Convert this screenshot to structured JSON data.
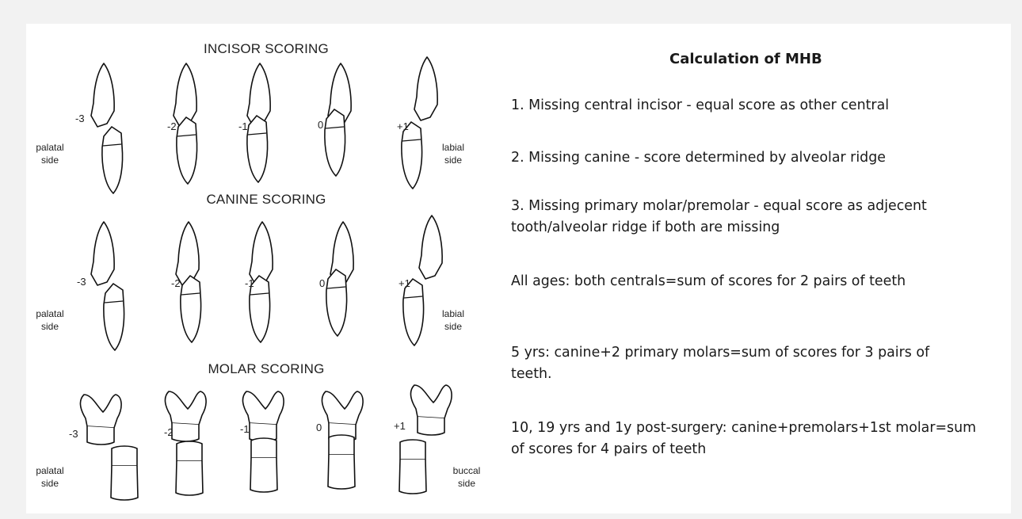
{
  "sections": {
    "incisor": {
      "title": "INCISOR SCORING",
      "scores": [
        "-3",
        "-2",
        "-1",
        "0",
        "+1"
      ],
      "left_side": [
        "palatal",
        "side"
      ],
      "right_side": [
        "labial",
        "side"
      ]
    },
    "canine": {
      "title": "CANINE SCORING",
      "scores": [
        "-3",
        "-2",
        "-1",
        "0",
        "+1"
      ],
      "left_side": [
        "palatal",
        "side"
      ],
      "right_side": [
        "labial",
        "side"
      ]
    },
    "molar": {
      "title": "MOLAR SCORING",
      "scores": [
        "-3",
        "-2",
        "-1",
        "0",
        "+1"
      ],
      "left_side": [
        "palatal",
        "side"
      ],
      "right_side": [
        "buccal",
        "side"
      ]
    }
  },
  "calculation": {
    "title": "Calculation of MHB",
    "items": [
      "1. Missing central incisor - equal score as other central",
      "2. Missing canine - score determined by alveolar ridge",
      "3. Missing primary molar/premolar - equal score as adjecent tooth/alveolar ridge if both are missing",
      "All ages: both centrals=sum of scores for 2 pairs of teeth",
      "5 yrs: canine+2 primary molars=sum of scores for 3 pairs of teeth.",
      "10, 19 yrs and 1y post-surgery: canine+premolars+1st molar=sum of scores for 4 pairs of teeth"
    ]
  }
}
